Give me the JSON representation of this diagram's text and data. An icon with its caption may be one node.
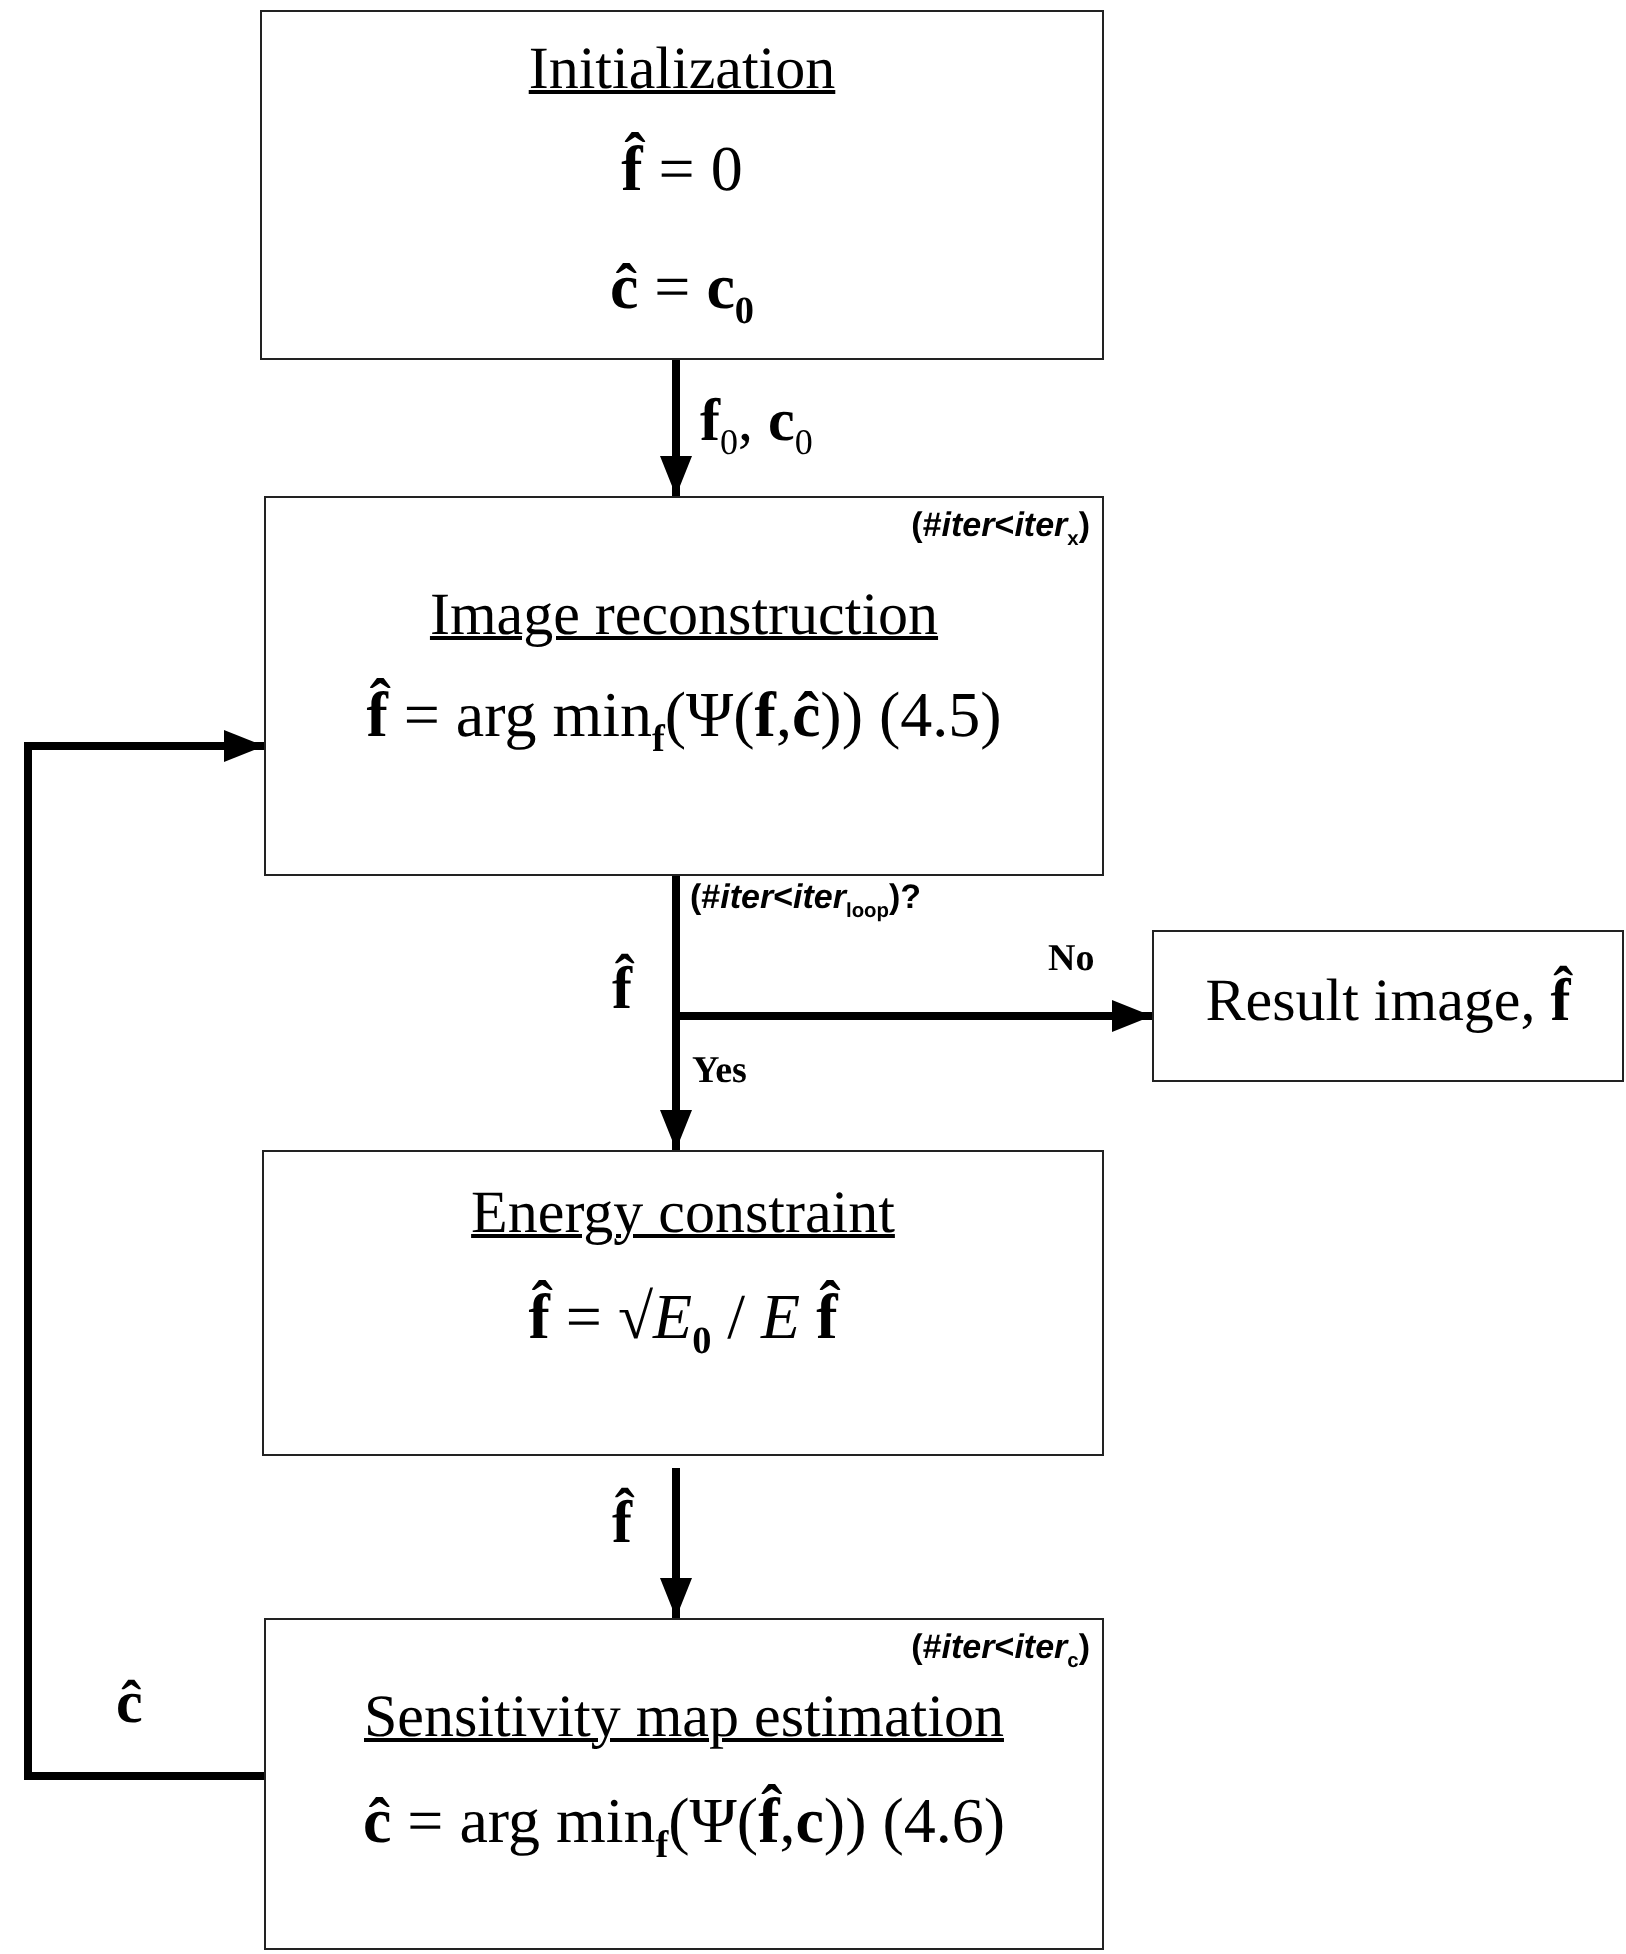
{
  "diagram": {
    "nodes": [
      {
        "text": [
          "Initialization",
          "**f̂** = 0",
          "**ĉ** = **c**$_{0}$"
        ]
      },
      {
        "text": [
          "(#*iter*<*iter*$_{x}$)",
          "Image reconstruction",
          "**f̂** = arg min$_{f}$(Ψ(**f**,**ĉ**)) (4.5)"
        ]
      },
      {
        "text": [
          "Result image, **f̂**"
        ]
      },
      {
        "text": [
          "Energy constraint",
          "**f̂** = √*E*$_{0}$ / *E*  **f̂**"
        ]
      },
      {
        "text": [
          "(#*iter*<*iter*$_{c}$)",
          "Sensitivity map estimation",
          "**ĉ** = arg min$_{f}$(Ψ(**f̂**,**c**)) (4.6)"
        ]
      }
    ],
    "edges": [
      {
        "from": 0,
        "to": 1,
        "arrow": "to",
        "label": "**f**$_{0}$, **c**$_{0}$"
      },
      {
        "from": 1,
        "to": 2,
        "arrow": "to",
        "label": "No"
      },
      {
        "from": 1,
        "to": 3,
        "arrow": "to",
        "label": "Yes"
      },
      {
        "from": 3,
        "to": 4,
        "arrow": "to",
        "label": "**f̂**"
      },
      {
        "from": 4,
        "to": 1,
        "arrow": "to",
        "label": "**ĉ**"
      }
    ],
    "labels": [
      "(#*iter*<*iter*$_{loop}$)?",
      "**f̂**"
    ]
  }
}
